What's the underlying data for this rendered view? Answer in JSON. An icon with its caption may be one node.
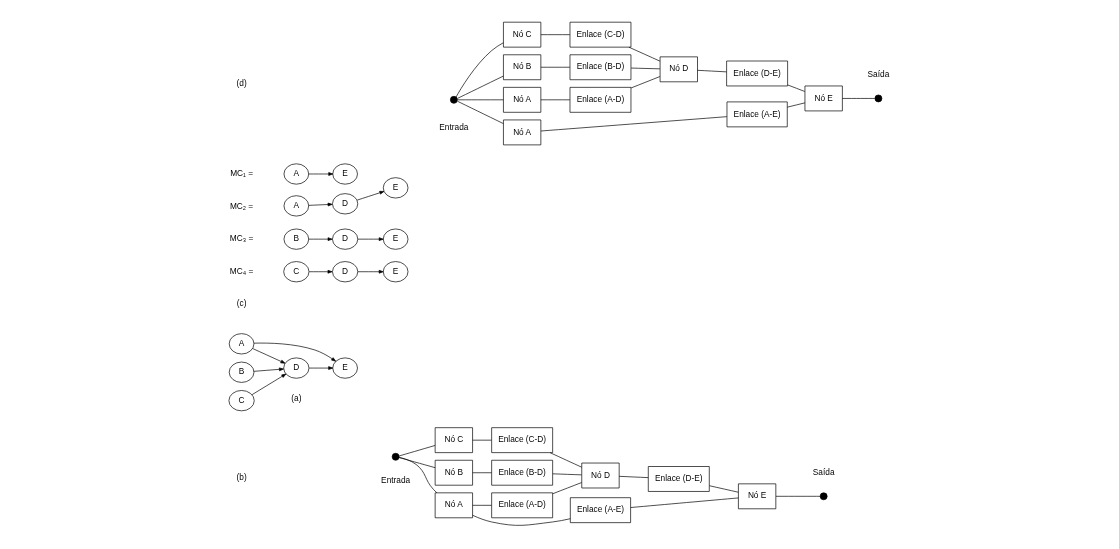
{
  "diagram": {
    "nodes": [
      {
        "text": [
          "A"
        ]
      },
      {
        "text": [
          "B"
        ]
      },
      {
        "text": [
          "C"
        ]
      },
      {
        "text": [
          "D"
        ]
      },
      {
        "text": [
          "E"
        ]
      },
      {
        "text": [],
        "shape": "circle",
        "beside": [
          "Entrada"
        ]
      },
      {
        "text": [
          "Nó A"
        ]
      },
      {
        "text": [
          "Enlace (A-E)"
        ]
      },
      {
        "text": [
          "Enlace (A-D)"
        ]
      },
      {
        "text": [
          "Nó B"
        ]
      },
      {
        "text": [
          "Enlace (B-D)"
        ]
      },
      {
        "text": [
          "Nó C"
        ]
      },
      {
        "text": [
          "Enlace (C-D)"
        ]
      },
      {
        "text": [
          "Nó D"
        ]
      },
      {
        "text": [
          "Enlace (D-E)"
        ]
      },
      {
        "text": [
          "Nó E"
        ]
      },
      {
        "text": [],
        "shape": "circle",
        "beside": [
          "Saída"
        ]
      },
      {
        "text": [
          "A"
        ]
      },
      {
        "text": [
          "E"
        ]
      },
      {
        "text": [
          "A"
        ]
      },
      {
        "text": [
          "D"
        ]
      },
      {
        "text": [
          "E"
        ]
      },
      {
        "text": [
          "B"
        ]
      },
      {
        "text": [
          "D"
        ]
      },
      {
        "text": [
          "E"
        ]
      },
      {
        "text": [
          "C"
        ]
      },
      {
        "text": [
          "D"
        ]
      },
      {
        "text": [
          "E"
        ]
      },
      {
        "text": [],
        "shape": "circle",
        "beside": [
          "Entrada"
        ]
      },
      {
        "text": [
          "Nó A"
        ]
      },
      {
        "text": [
          "Enlace (A-E)"
        ]
      },
      {
        "text": [
          "Nó A"
        ]
      },
      {
        "text": [
          "Enlace (A-D)"
        ]
      },
      {
        "text": [
          "Nó B"
        ]
      },
      {
        "text": [
          "Enlace (B-D)"
        ]
      },
      {
        "text": [
          "Nó C"
        ]
      },
      {
        "text": [
          "Enlace (C-D)"
        ]
      },
      {
        "text": [
          "Nó D"
        ]
      },
      {
        "text": [
          "Enlace (D-E)"
        ]
      },
      {
        "text": [
          "Nó E"
        ]
      },
      {
        "text": [],
        "shape": "circle",
        "beside": [
          "Saída"
        ]
      }
    ],
    "edges": [
      {
        "from": 0,
        "to": 3,
        "arrow": "to"
      },
      {
        "from": 0,
        "to": 4,
        "arrow": "to"
      },
      {
        "from": 1,
        "to": 3,
        "arrow": "to"
      },
      {
        "from": 2,
        "to": 3,
        "arrow": "to"
      },
      {
        "from": 3,
        "to": 4,
        "arrow": "to"
      },
      {
        "from": 5,
        "to": 6,
        "arrow": "none"
      },
      {
        "from": 5,
        "to": 9,
        "arrow": "none"
      },
      {
        "from": 5,
        "to": 11,
        "arrow": "none"
      },
      {
        "from": 6,
        "to": 7,
        "arrow": "none"
      },
      {
        "from": 6,
        "to": 8,
        "arrow": "none"
      },
      {
        "from": 9,
        "to": 10,
        "arrow": "none"
      },
      {
        "from": 11,
        "to": 12,
        "arrow": "none"
      },
      {
        "from": 8,
        "to": 13,
        "arrow": "none"
      },
      {
        "from": 10,
        "to": 13,
        "arrow": "none"
      },
      {
        "from": 12,
        "to": 13,
        "arrow": "none"
      },
      {
        "from": 13,
        "to": 14,
        "arrow": "none"
      },
      {
        "from": 7,
        "to": 15,
        "arrow": "none"
      },
      {
        "from": 14,
        "to": 15,
        "arrow": "none"
      },
      {
        "from": 15,
        "to": 16,
        "arrow": "none"
      },
      {
        "from": 17,
        "to": 18,
        "arrow": "to"
      },
      {
        "from": 19,
        "to": 20,
        "arrow": "to"
      },
      {
        "from": 20,
        "to": 21,
        "arrow": "to"
      },
      {
        "from": 22,
        "to": 23,
        "arrow": "to"
      },
      {
        "from": 23,
        "to": 24,
        "arrow": "to"
      },
      {
        "from": 25,
        "to": 26,
        "arrow": "to"
      },
      {
        "from": 26,
        "to": 27,
        "arrow": "to"
      },
      {
        "from": 28,
        "to": 29,
        "arrow": "none"
      },
      {
        "from": 28,
        "to": 31,
        "arrow": "none"
      },
      {
        "from": 28,
        "to": 33,
        "arrow": "none"
      },
      {
        "from": 28,
        "to": 35,
        "arrow": "none"
      },
      {
        "from": 29,
        "to": 30,
        "arrow": "none"
      },
      {
        "from": 31,
        "to": 32,
        "arrow": "none"
      },
      {
        "from": 33,
        "to": 34,
        "arrow": "none"
      },
      {
        "from": 35,
        "to": 36,
        "arrow": "none"
      },
      {
        "from": 32,
        "to": 37,
        "arrow": "none"
      },
      {
        "from": 34,
        "to": 37,
        "arrow": "none"
      },
      {
        "from": 36,
        "to": 37,
        "arrow": "none"
      },
      {
        "from": 37,
        "to": 38,
        "arrow": "none"
      },
      {
        "from": 30,
        "to": 39,
        "arrow": "none"
      },
      {
        "from": 38,
        "to": 39,
        "arrow": "none"
      },
      {
        "from": 39,
        "to": 40,
        "arrow": "none"
      }
    ],
    "labels": [
      "(a)",
      "(b)",
      "MC₁ =",
      "MC₂ =",
      "MC₃ =",
      "MC₄ =",
      "(c)",
      "(d)"
    ]
  }
}
